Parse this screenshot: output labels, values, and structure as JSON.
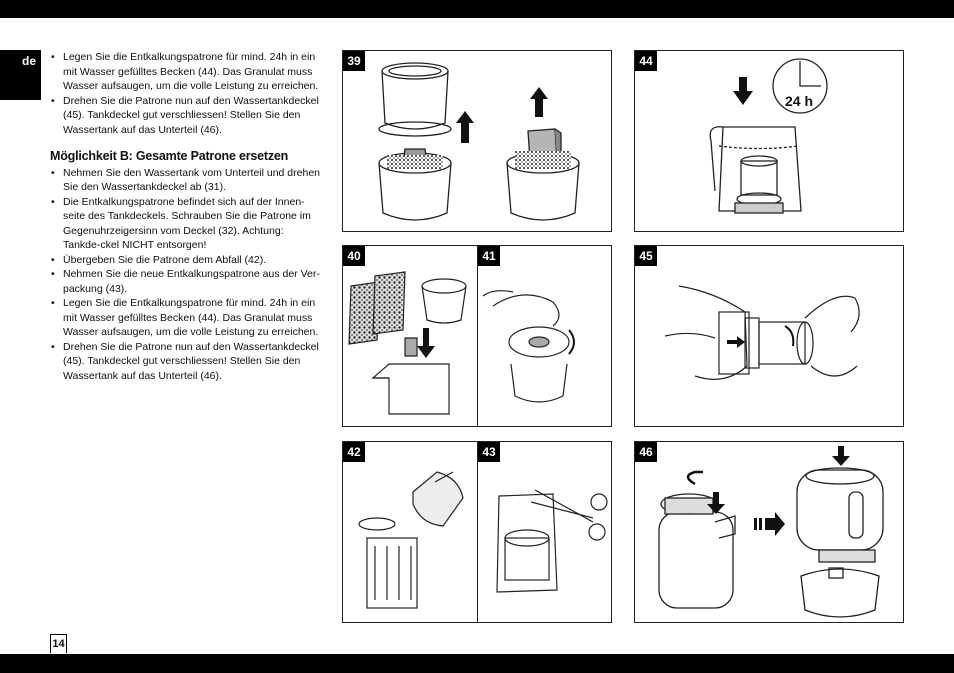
{
  "lang_code": "de",
  "page_number": "14",
  "intro_bullets": [
    "Legen Sie die Entkalkungspatrone für mind. 24h in ein mit Wasser gefülltes Becken (44). Das Granulat muss Wasser aufsaugen, um die volle Leistung zu erreichen.",
    "Drehen Sie die Patrone nun auf den Wassertankdeckel (45). Tankdeckel gut verschliessen! Stellen Sie den Wassertank auf das Unterteil (46)."
  ],
  "section_heading": "Möglichkeit B: Gesamte Patrone ersetzen",
  "section_bullets": [
    "Nehmen Sie den Wassertank vom Unterteil und drehen Sie den Wassertankdeckel ab (31).",
    "Die Entkalkungspatrone befindet sich auf der Innen-seite des Tankdeckels. Schrauben Sie die Patrone im Gegenuhrzeigersinn vom Deckel (32). Achtung: Tankde-ckel NICHT entsorgen!",
    "Übergeben Sie die Patrone dem Abfall (42).",
    "Nehmen Sie die neue Entkalkungspatrone aus der Ver-packung (43).",
    "Legen Sie die Entkalkungspatrone für mind. 24h in ein mit Wasser gefülltes Becken (44). Das Granulat muss Wasser aufsaugen, um die volle Leistung zu erreichen.",
    "Drehen Sie die Patrone nun auf den Wassertankdeckel (45). Tankdeckel gut verschliessen! Stellen Sie den Wassertank auf das Unterteil (46)."
  ],
  "figures": {
    "f39": "39",
    "f40": "40",
    "f41": "41",
    "f42": "42",
    "f43": "43",
    "f44": "44",
    "f45": "45",
    "f46": "46"
  },
  "clock_label": "24 h"
}
